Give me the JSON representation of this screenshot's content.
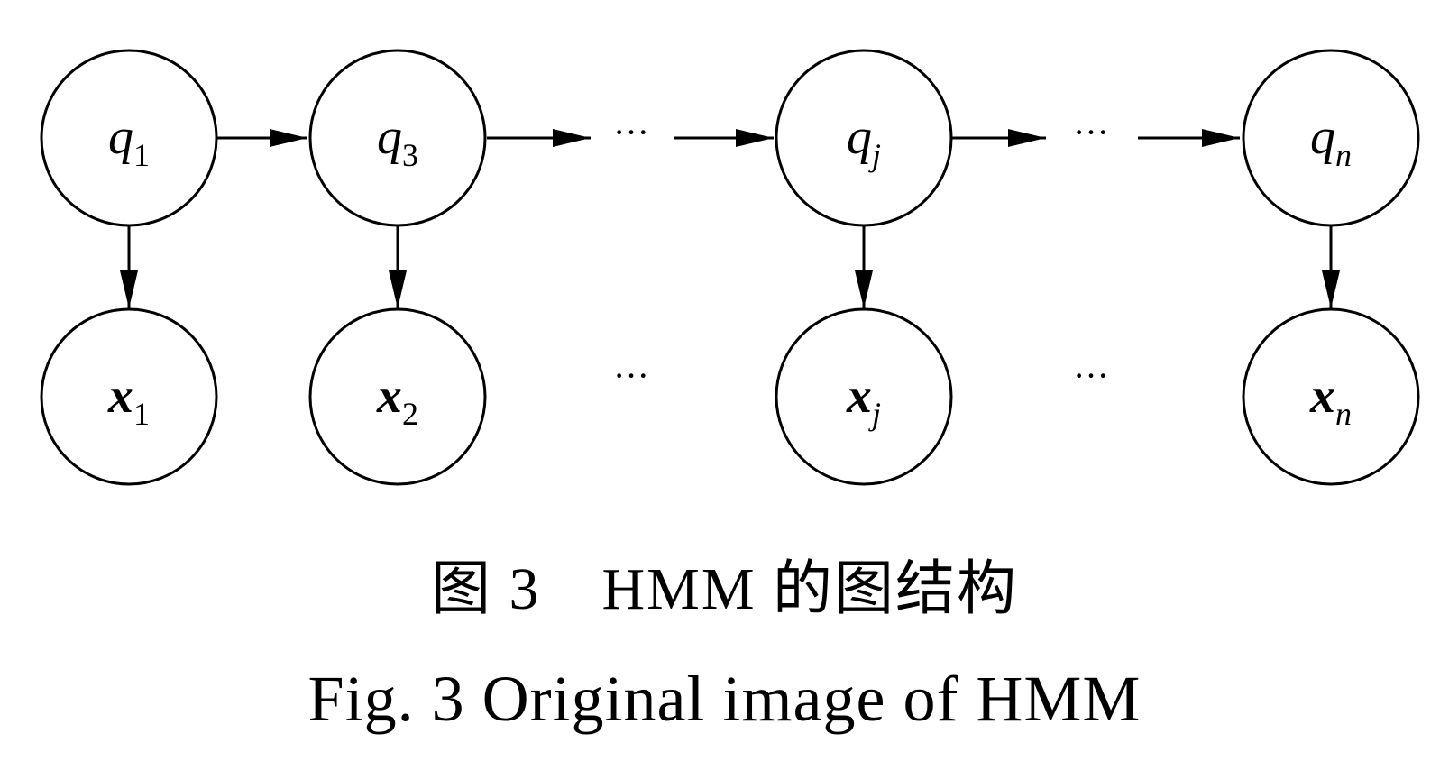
{
  "diagram": {
    "hidden_states": [
      {
        "symbol": "q",
        "subscript": "1",
        "subscript_italic": false
      },
      {
        "symbol": "q",
        "subscript": "3",
        "subscript_italic": false
      },
      {
        "symbol": "q",
        "subscript": "j",
        "subscript_italic": true
      },
      {
        "symbol": "q",
        "subscript": "n",
        "subscript_italic": true
      }
    ],
    "observations": [
      {
        "symbol": "x",
        "subscript": "1",
        "subscript_italic": false
      },
      {
        "symbol": "x",
        "subscript": "2",
        "subscript_italic": false
      },
      {
        "symbol": "x",
        "subscript": "j",
        "subscript_italic": true
      },
      {
        "symbol": "x",
        "subscript": "n",
        "subscript_italic": true
      }
    ],
    "ellipsis": "···",
    "line_color": "#000000",
    "background_color": "#ffffff"
  },
  "caption": {
    "zh": "图 3　HMM 的图结构",
    "en": "Fig. 3  Original image of HMM"
  }
}
